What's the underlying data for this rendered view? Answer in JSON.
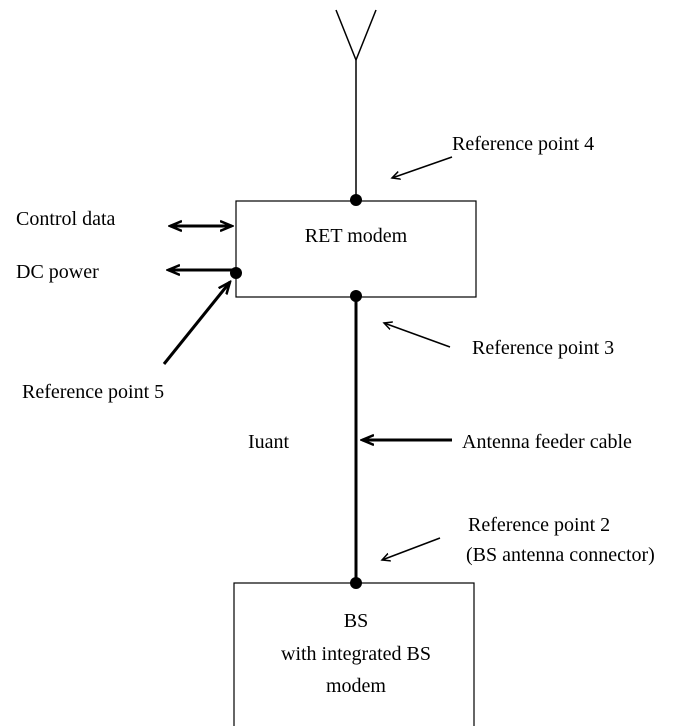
{
  "labels": {
    "control_data": "Control data",
    "dc_power": "DC power",
    "ret_modem": "RET modem",
    "ref_point_4": "Reference point 4",
    "ref_point_3": "Reference point 3",
    "ref_point_5": "Reference point 5",
    "iuant": "Iuant",
    "antenna_feeder_cable": "Antenna feeder cable",
    "ref_point_2": "Reference point 2",
    "ref_point_2_sub": "(BS antenna connector)",
    "bs_line1": "BS",
    "bs_line2": "with integrated BS",
    "bs_line3": "modem"
  }
}
